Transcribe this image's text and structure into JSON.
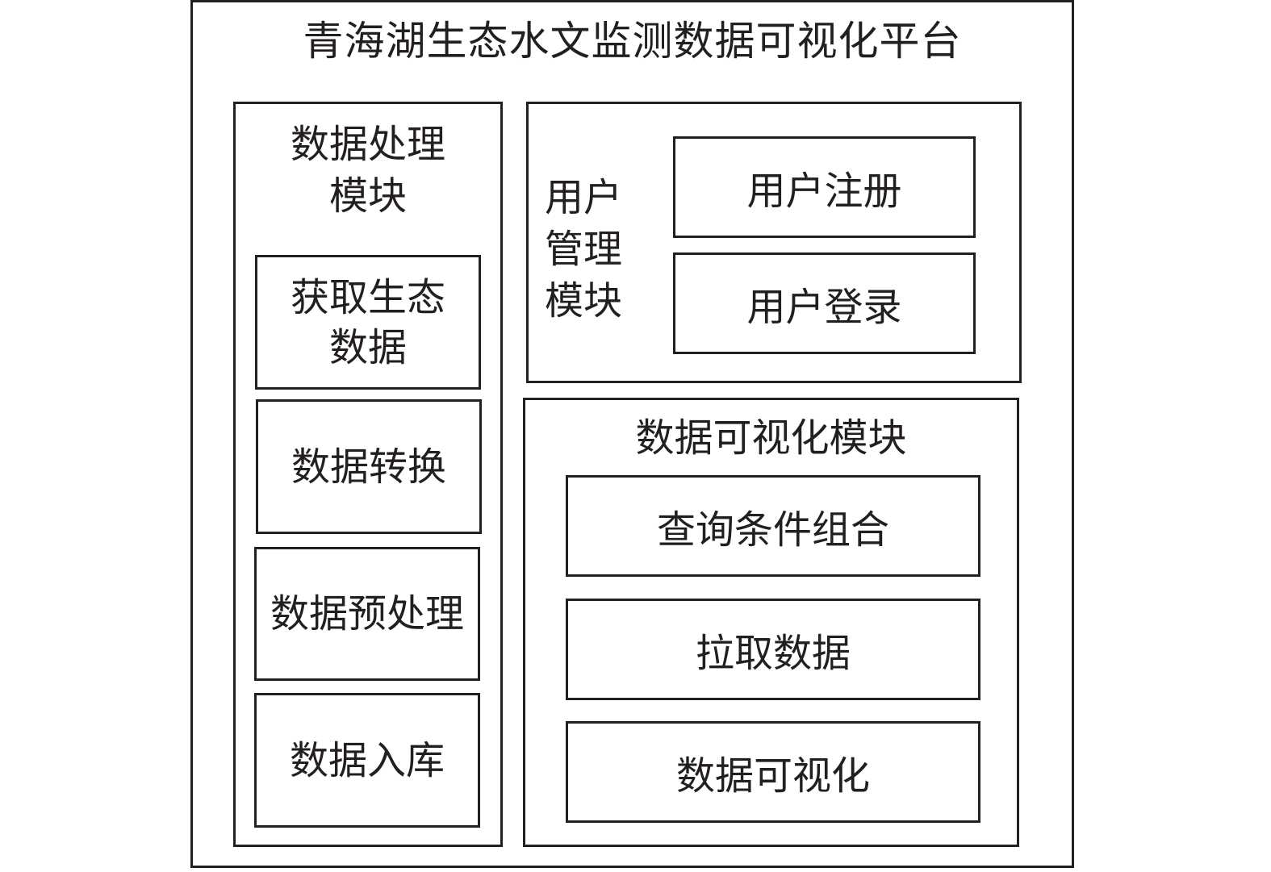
{
  "diagram": {
    "title": "青海湖生态水文监测数据可视化平台",
    "modules": {
      "data_processing": {
        "title": "数据处理\n模块",
        "steps": [
          "获取生态\n数据",
          "数据转换",
          "数据预处理",
          "数据入库"
        ]
      },
      "user_management": {
        "title": "用户\n管理\n模块",
        "items": [
          "用户注册",
          "用户登录"
        ]
      },
      "data_visualization": {
        "title": "数据可视化模块",
        "items": [
          "查询条件组合",
          "拉取数据",
          "数据可视化"
        ]
      }
    },
    "colors": {
      "line": "#231f20",
      "background": "#ffffff"
    }
  }
}
